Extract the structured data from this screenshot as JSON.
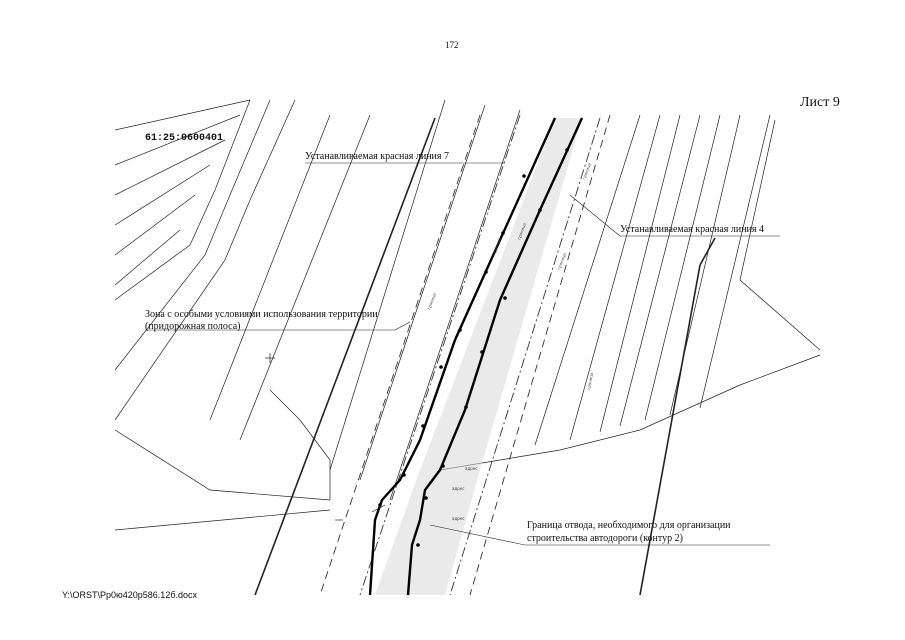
{
  "header": {
    "page_number": "172",
    "sheet_title": "Лист 9"
  },
  "map": {
    "cadastral_number": "61:25:0600401",
    "labels": {
      "red_line_7": "Устанавливаемая красная линия 7",
      "red_line_4": "Устанавливаемая красная линия 4",
      "zone_line1": "Зона с особыми условиями использования территории",
      "zone_line2": "(придорожная полоса)",
      "boundary_line1": "Граница отвода, необходимого для организации",
      "boundary_line2": "строительства автодороги (контур 2)"
    }
  },
  "footer": {
    "file_path": "Y:\\ORST\\Pp0ю420р586.12б.docx"
  }
}
